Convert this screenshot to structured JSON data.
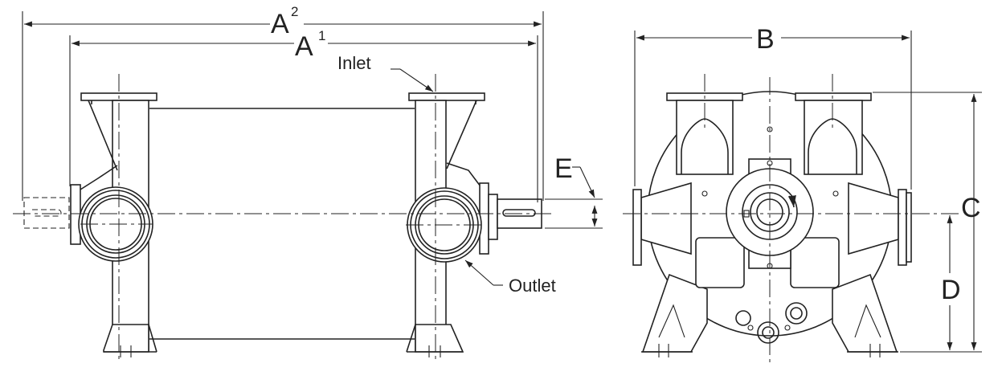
{
  "labels": {
    "a2": "A",
    "a2_sup": "2",
    "a1": "A",
    "a1_sup": "1",
    "b": "B",
    "c": "C",
    "d": "D",
    "e": "E",
    "inlet": "Inlet",
    "outlet": "Outlet"
  }
}
